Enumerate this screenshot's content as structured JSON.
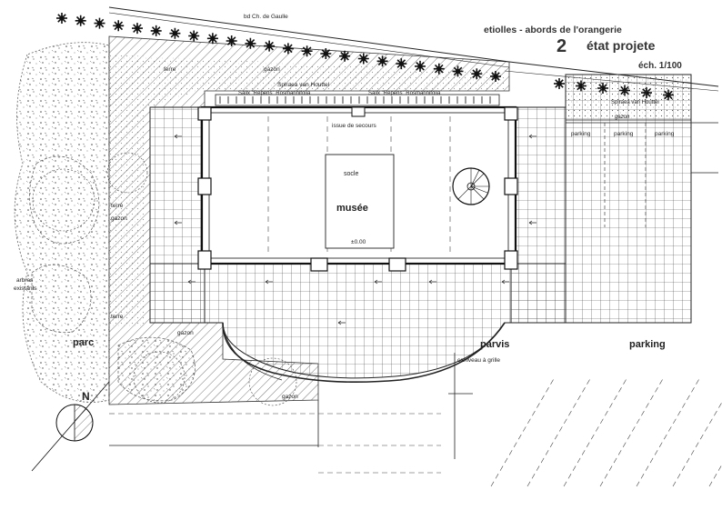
{
  "title": {
    "line1": "etiolles - abords de l'orangerie",
    "number": "2",
    "line2": "état projete",
    "scale": "éch. 1/100"
  },
  "labels": {
    "street": "bd Ch. de Gaulle",
    "gazon": "gazon",
    "spiraea": "Spiraea van Houttei",
    "salix": "Salix \"Repens\" Rosmarinifolia",
    "salix2": "Salix \"Repens\" Rosmarinifolia",
    "terre": "terre",
    "issue": "issue de secours",
    "socle": "socle",
    "musee": "musée",
    "level": "±0.00",
    "arbres": "arbres",
    "existants": "existants",
    "parc": "parc",
    "parvis": "parvis",
    "parking": "parking",
    "parking_slot": "parking",
    "caniveau": "caniveau à grille",
    "north": "N",
    "spiraea_right": "Spiraea van Houttei"
  }
}
